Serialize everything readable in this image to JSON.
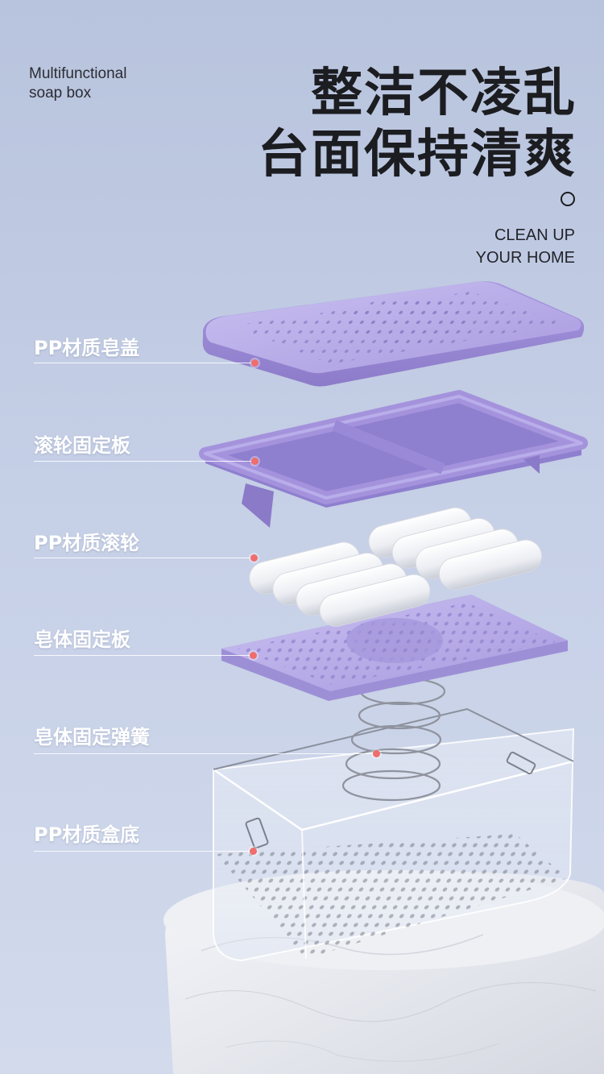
{
  "subtitle": {
    "line1": "Multifunctional",
    "line2": "soap box"
  },
  "headline": {
    "line1": "整洁不凌乱",
    "line2": "台面保持清爽"
  },
  "tagline": {
    "line1": "CLEAN UP",
    "line2": "YOUR HOME"
  },
  "parts": [
    {
      "label": "PP材质皂盖"
    },
    {
      "label": "滚轮固定板"
    },
    {
      "label": "PP材质滚轮"
    },
    {
      "label": "皂体固定板"
    },
    {
      "label": "皂体固定弹簧"
    },
    {
      "label": "PP材质盒底"
    }
  ],
  "colors": {
    "accent_dot": "#ef6d6d",
    "lid_purple": "#b3a6e6",
    "frame_purple": "#a493dc",
    "background": "#c5cfe6"
  }
}
